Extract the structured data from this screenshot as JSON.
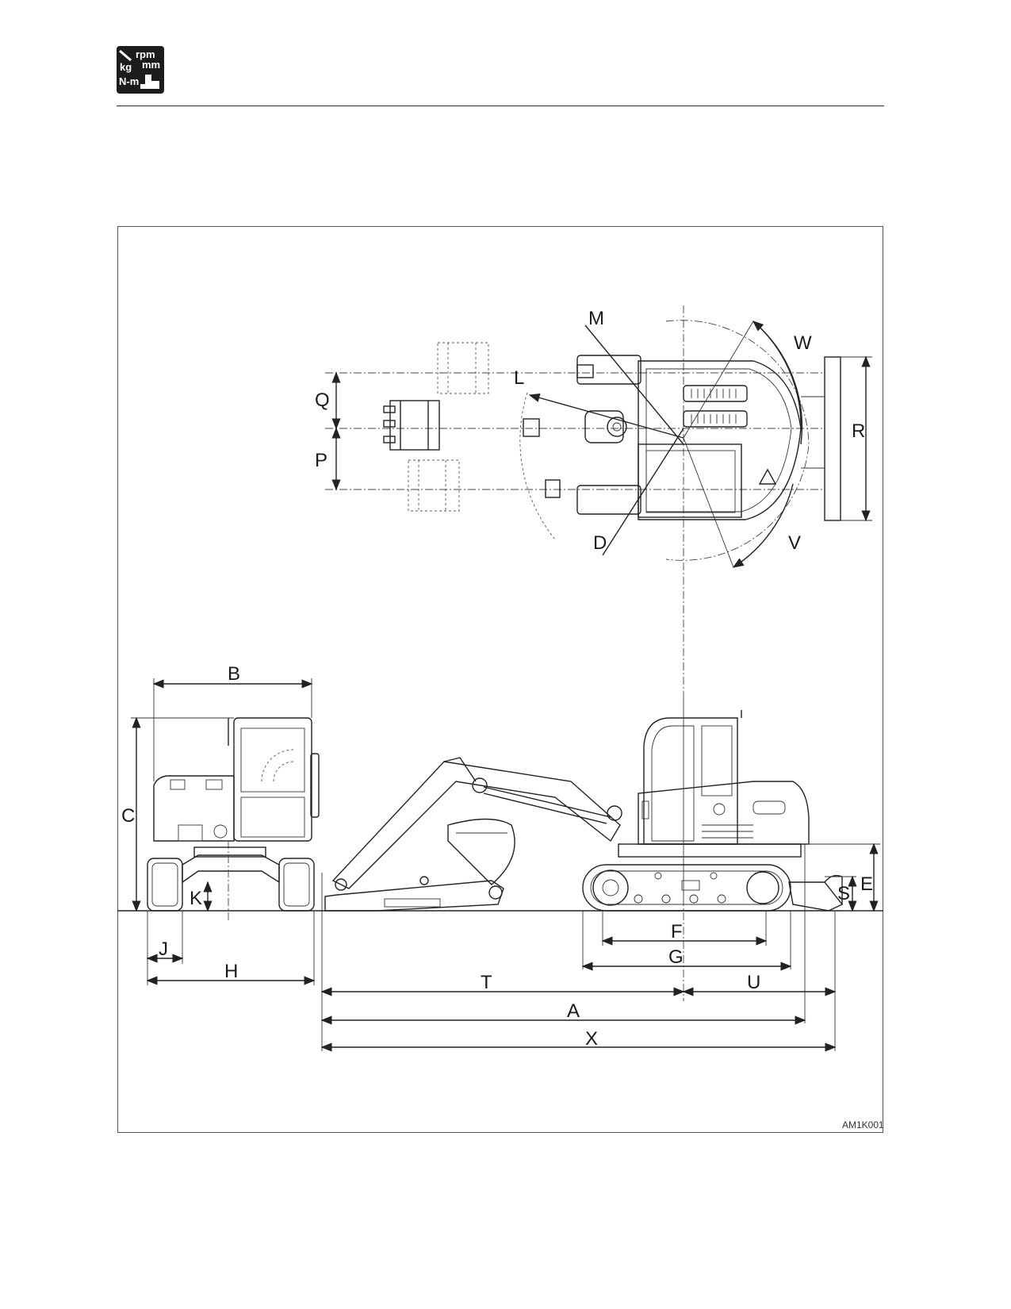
{
  "header": {
    "logo_icon": "rpm-mm-kg-nm-excavator-icon",
    "logo_text": {
      "top": "rpm",
      "mid": "mm",
      "left": "kg",
      "bottom": "N-m"
    }
  },
  "figure": {
    "code": "AM1K001",
    "dimension_labels": {
      "A": "A",
      "B": "B",
      "C": "C",
      "D": "D",
      "E": "E",
      "F": "F",
      "G": "G",
      "H": "H",
      "J": "J",
      "K": "K",
      "L": "L",
      "M": "M",
      "P": "P",
      "Q": "Q",
      "R": "R",
      "S": "S",
      "T": "T",
      "U": "U",
      "V": "V",
      "W": "W",
      "X": "X"
    }
  }
}
